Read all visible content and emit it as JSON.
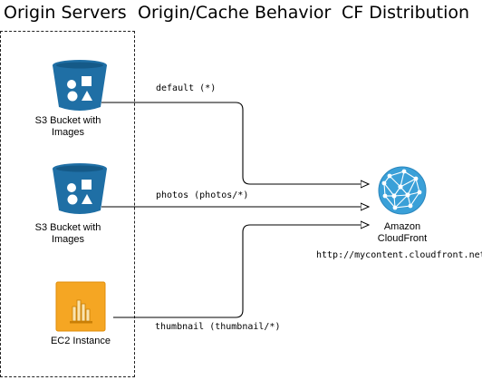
{
  "headers": {
    "origin_servers": "Origin Servers",
    "cache_behavior": "Origin/Cache Behavior",
    "cf_distribution": "CF Distribution"
  },
  "origins": [
    {
      "icon": "s3-bucket-icon",
      "label_line1": "S3 Bucket with",
      "label_line2": "Images"
    },
    {
      "icon": "s3-bucket-icon",
      "label_line1": "S3 Bucket with",
      "label_line2": "Images"
    },
    {
      "icon": "ec2-instance-icon",
      "label_line1": "EC2 Instance",
      "label_line2": ""
    }
  ],
  "behaviors": [
    {
      "label": "default (*)"
    },
    {
      "label": "photos (photos/*)"
    },
    {
      "label": "thumbnail (thumbnail/*)"
    }
  ],
  "cloudfront": {
    "icon": "cloudfront-globe-icon",
    "label_line1": "Amazon",
    "label_line2": "CloudFront",
    "url": "http://mycontent.cloudfront.net"
  },
  "colors": {
    "s3_blue": "#1f6fa5",
    "ec2_orange": "#f5a623",
    "cloudfront_blue": "#3aa0d8",
    "line": "#000000"
  }
}
